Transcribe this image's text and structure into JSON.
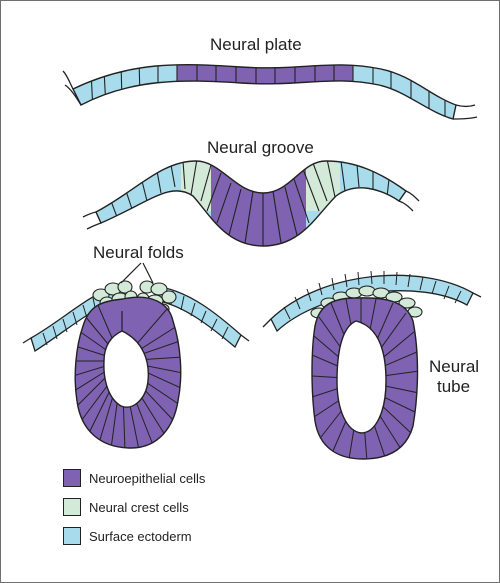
{
  "colors": {
    "neuroepithelial": "#7f62b1",
    "neural_crest": "#d3ead8",
    "surface_ectoderm": "#a8dcec",
    "outline": "#222222",
    "frame": "#6f6f6f",
    "background": "#ffffff"
  },
  "stages": {
    "plate": {
      "title": "Neural plate"
    },
    "groove": {
      "title": "Neural groove"
    },
    "folds": {
      "title": "Neural folds"
    },
    "tube": {
      "title_line1": "Neural",
      "title_line2": "tube"
    }
  },
  "legend": {
    "items": [
      {
        "label": "Neuroepithelial cells",
        "color": "#7f62b1",
        "icon": "neuroepithelial-swatch"
      },
      {
        "label": "Neural crest cells",
        "color": "#d3ead8",
        "icon": "neural-crest-swatch"
      },
      {
        "label": "Surface ectoderm",
        "color": "#a8dcec",
        "icon": "surface-ectoderm-swatch"
      }
    ]
  }
}
